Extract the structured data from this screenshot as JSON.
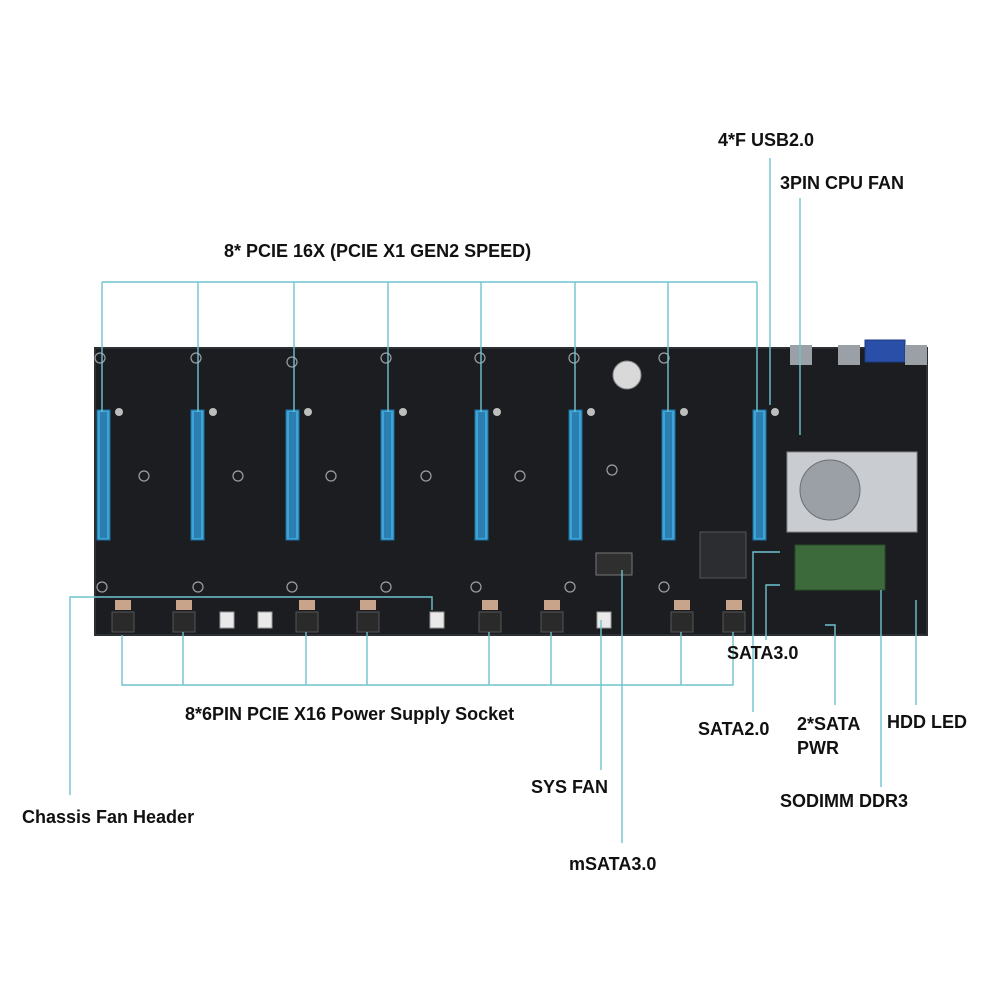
{
  "labels": {
    "pcie_slots": "8* PCIE 16X (PCIE X1 GEN2 SPEED)",
    "usb": "4*F USB2.0",
    "cpu_fan": "3PIN CPU FAN",
    "power_socket": "8*6PIN PCIE X16 Power Supply Socket",
    "chassis_fan": "Chassis Fan Header",
    "sys_fan": "SYS FAN",
    "msata": "mSATA3.0",
    "sata3": "SATA3.0",
    "sata2": "SATA2.0",
    "sata_pwr_line1": "2*SATA",
    "sata_pwr_line2": "PWR",
    "hdd_led": "HDD LED",
    "sodimm": "SODIMM DDR3"
  },
  "colors": {
    "board": "#1b1d20",
    "pcie_slot": "#3fa3d6",
    "leader_line": "#6fc3cf",
    "label_text": "#111111",
    "heatsink": "#c9ccd0",
    "ram": "#3c6a3a",
    "vga": "#2a4fa8"
  }
}
